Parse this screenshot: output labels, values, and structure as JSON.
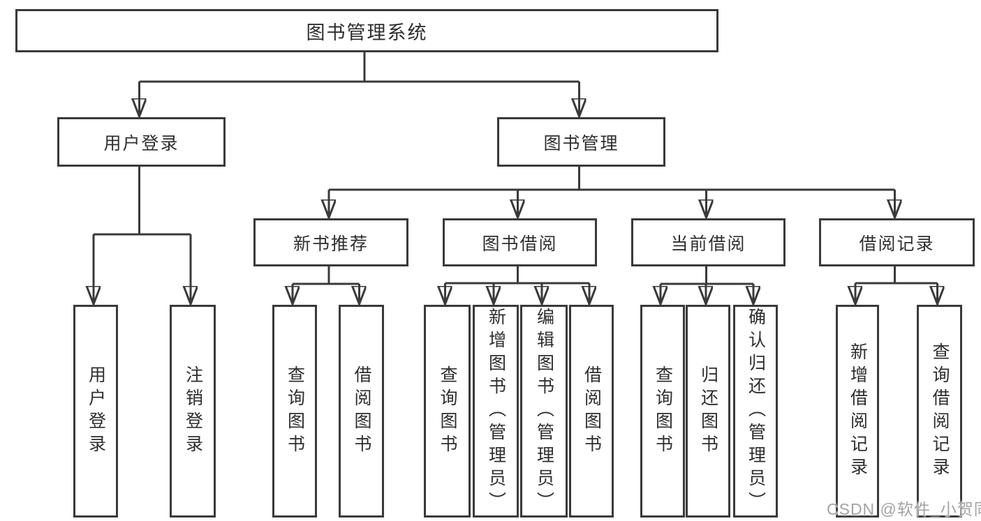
{
  "diagram": {
    "type": "tree",
    "root": {
      "label": "图书管理系统",
      "children": [
        {
          "label": "用户登录",
          "children": [
            {
              "label": "用户登录"
            },
            {
              "label": "注销登录"
            }
          ]
        },
        {
          "label": "图书管理",
          "children": [
            {
              "label": "新书推荐",
              "children": [
                {
                  "label": "查询图书"
                },
                {
                  "label": "借阅图书"
                }
              ]
            },
            {
              "label": "图书借阅",
              "children": [
                {
                  "label": "查询图书"
                },
                {
                  "label": "新增图书（管理员）"
                },
                {
                  "label": "编辑图书（管理员）"
                },
                {
                  "label": "借阅图书"
                }
              ]
            },
            {
              "label": "当前借阅",
              "children": [
                {
                  "label": "查询图书"
                },
                {
                  "label": "归还图书"
                },
                {
                  "label": "确认归还（管理员）"
                }
              ]
            },
            {
              "label": "借阅记录",
              "children": [
                {
                  "label": "新增借阅记录"
                },
                {
                  "label": "查询借阅记录"
                }
              ]
            }
          ]
        }
      ]
    }
  },
  "watermark": "CSDN @软件_小贺同学",
  "colors": {
    "line": "#3a3a3a",
    "box_border": "#3a3a3a",
    "text": "#2e2e2e",
    "background": "#ffffff",
    "watermark": "#a3a3a3"
  }
}
